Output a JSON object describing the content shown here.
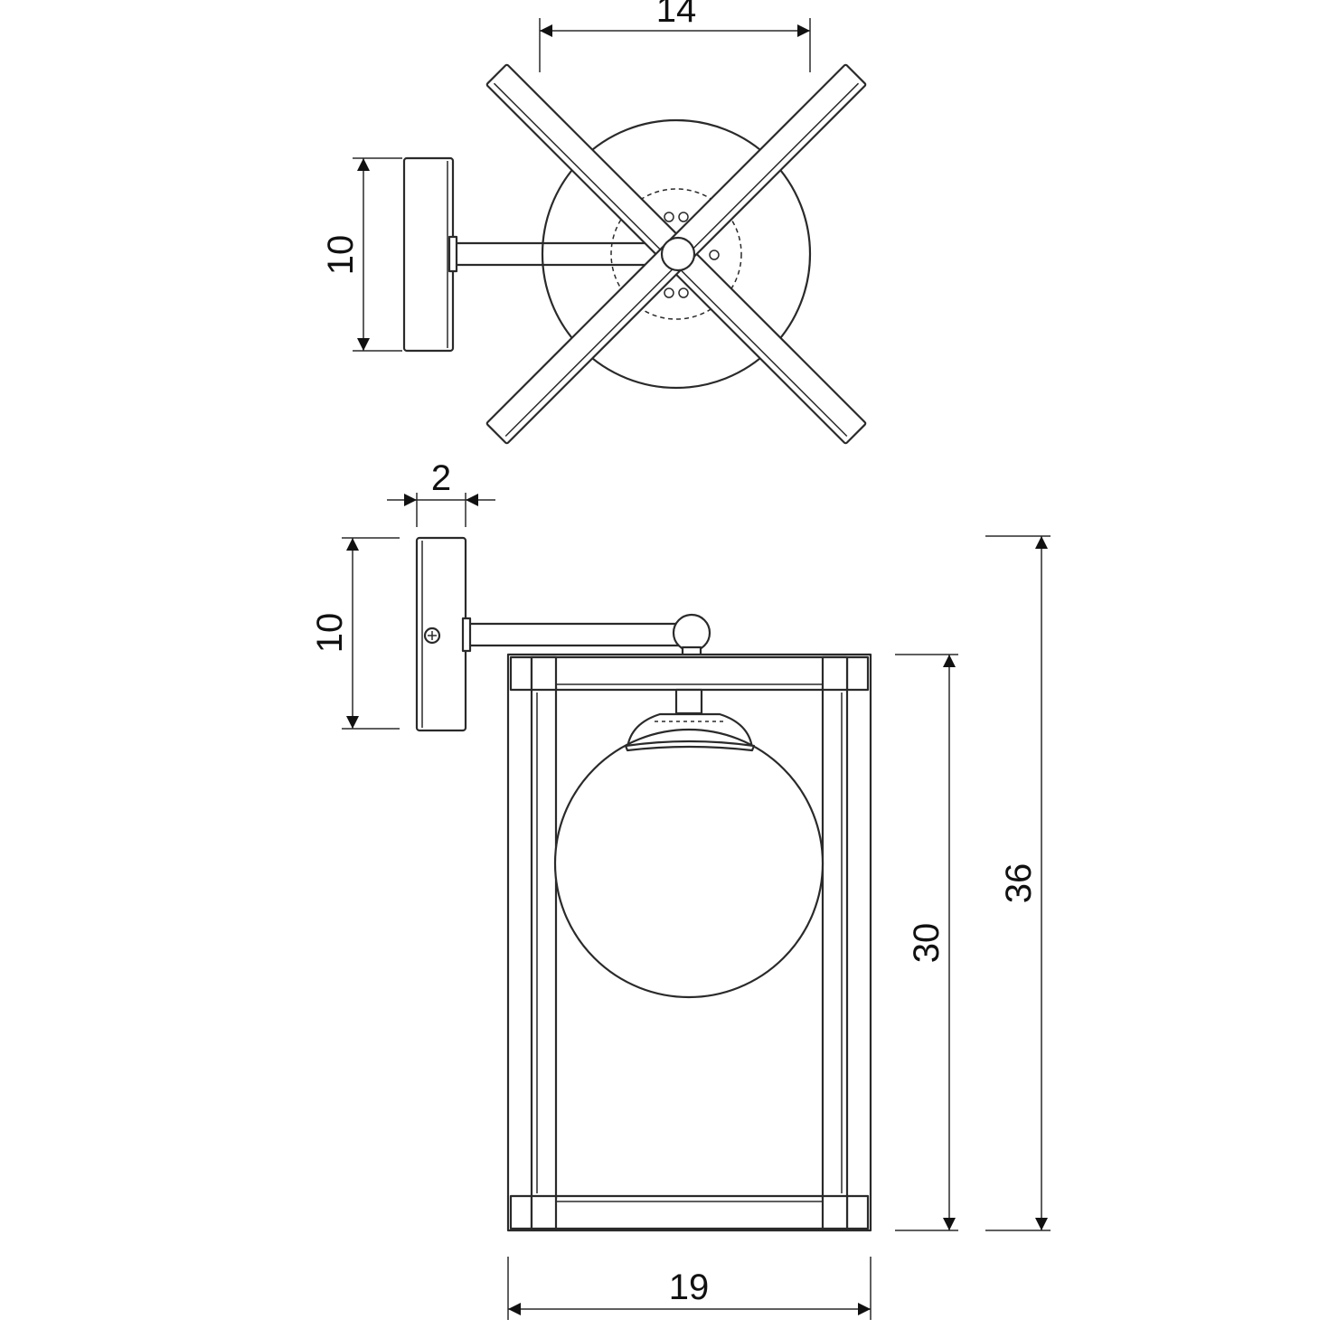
{
  "dimensions": {
    "top_width": "14",
    "top_plate_height": "10",
    "plate_depth": "2",
    "side_plate_height": "10",
    "frame_height": "30",
    "overall_height": "36",
    "frame_width": "19"
  }
}
